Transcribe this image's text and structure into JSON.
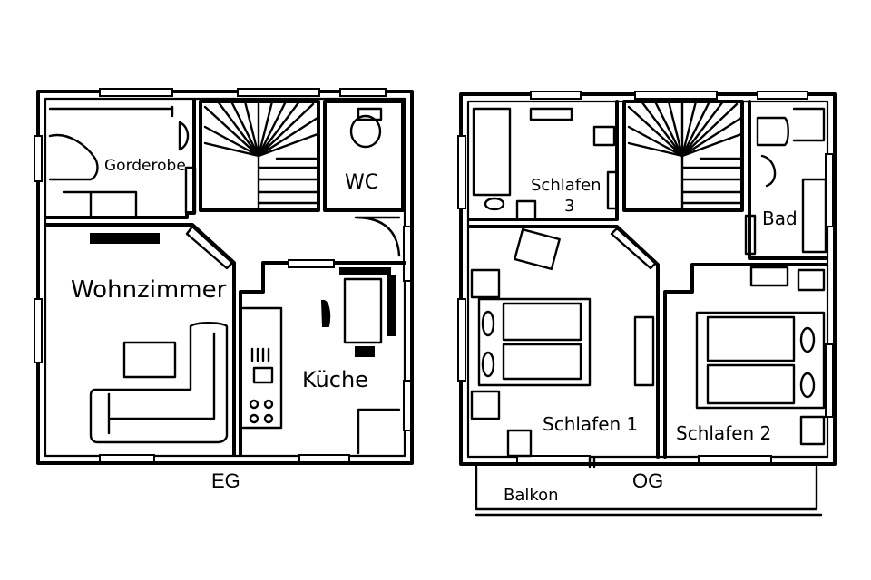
{
  "floors": [
    {
      "id": "eg",
      "label": "EG",
      "rooms": {
        "garderobe": "Gorderobe",
        "wc": "WC",
        "wohnzimmer": "Wohnzimmer",
        "kueche": "Küche"
      }
    },
    {
      "id": "og",
      "label": "OG",
      "rooms": {
        "schlafen3_line1": "Schlafen",
        "schlafen3_line2": "3",
        "bad": "Bad",
        "schlafen1": "Schlafen 1",
        "schlafen2": "Schlafen 2",
        "balkon": "Balkon"
      }
    }
  ]
}
